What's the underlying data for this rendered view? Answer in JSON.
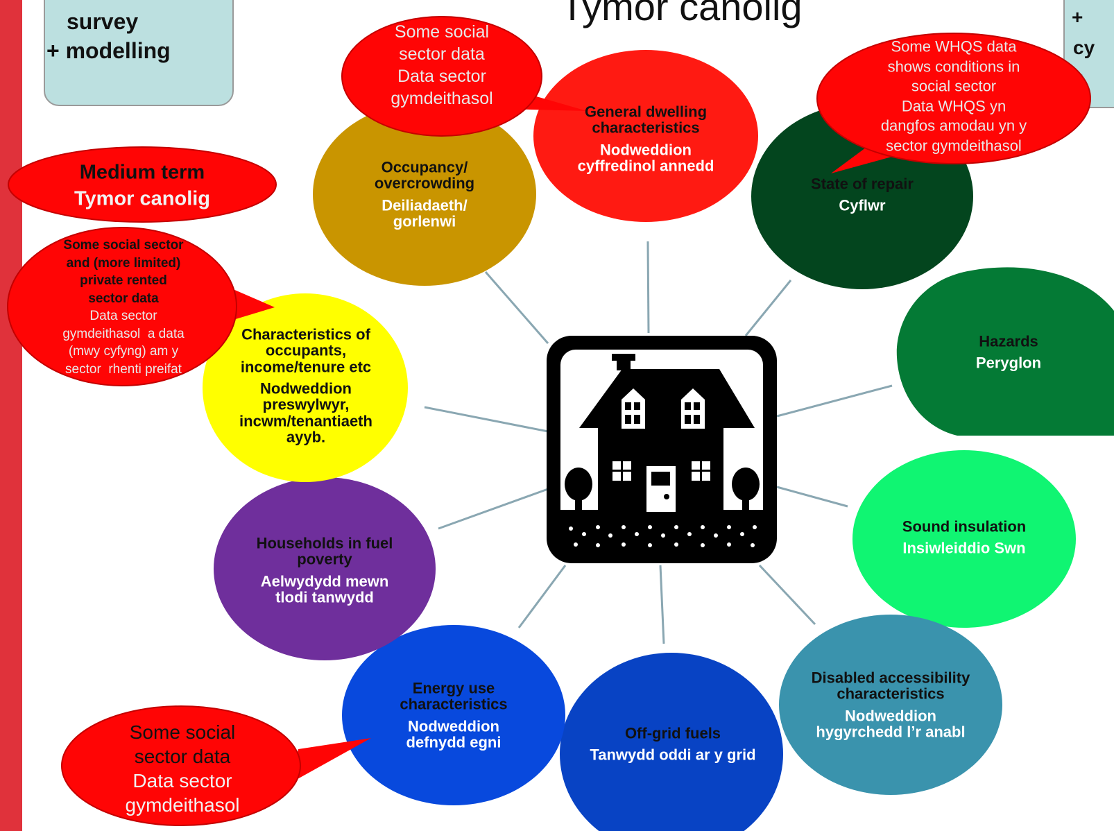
{
  "left_box": {
    "line1": "survey",
    "line2": "+ modelling"
  },
  "title_fragment": "Tymor canolig",
  "right_box": {
    "line1": "+",
    "line2": "cy",
    "line3": "+"
  },
  "term_badge": {
    "en": "Medium term",
    "cy": "Tymor canolig"
  },
  "nodes": [
    {
      "id": "occupancy",
      "en": "Occupancy/ overcrowding",
      "cy": "Deiliadaeth/ gorlenwi",
      "fill": "#c99500"
    },
    {
      "id": "general",
      "en": "General dwelling characteristics",
      "cy": "Nodweddion cyffredinol annedd",
      "fill": "#ff1a12"
    },
    {
      "id": "repair",
      "en": "State of repair",
      "cy": "Cyflwr",
      "fill": "#03451e"
    },
    {
      "id": "hazards",
      "en": "Hazards",
      "cy": "Peryglon",
      "fill": "#047a35"
    },
    {
      "id": "sound",
      "en": "Sound insulation",
      "cy": "Insiwleiddio Swn",
      "fill": "#10f572"
    },
    {
      "id": "disabled",
      "en": "Disabled accessibility characteristics",
      "cy": "Nodweddion hygyrchedd l’r anabl",
      "fill": "#3a93ad"
    },
    {
      "id": "offgrid",
      "en": "Off-grid fuels",
      "cy": "Tanwydd oddi ar y grid",
      "fill": "#0843c4"
    },
    {
      "id": "energy",
      "en": "Energy use characteristics",
      "cy": "Nodweddion defnydd egni",
      "fill": "#0849dd"
    },
    {
      "id": "fuelpoverty",
      "en": "Households in fuel poverty",
      "cy": "Aelwydydd mewn tlodi tanwydd",
      "fill": "#6f2f9c"
    },
    {
      "id": "occupants",
      "en": "Characteristics of occupants, income/tenure etc",
      "cy": "Nodweddion preswylwyr, incwm/tenantiaeth ayyb.",
      "fill": "#ffff00"
    }
  ],
  "callouts": {
    "top_social": {
      "l1": "Some social",
      "l2": "sector data",
      "l3": "Data sector",
      "l4": "gymdeithasol"
    },
    "whqs": {
      "l1": "Some WHQS data",
      "l2": "shows conditions in",
      "l3": "social sector",
      "l4": "Data WHQS yn",
      "l5": "dangfos amodau yn y",
      "l6": "sector gymdeithasol"
    },
    "private": {
      "b1": "Some social sector",
      "b2": "and (more limited)",
      "b3": "private rented",
      "b4": "sector data",
      "l1": "Data sector",
      "l2": "gymdeithasol  a data",
      "l3": "(mwy cyfyng) am y",
      "l4": "sector  rhenti preifat"
    },
    "bottom_social": {
      "l1": "Some social",
      "l2": "sector data",
      "l3": "Data sector",
      "l4": "gymdeithasol"
    }
  },
  "colors": {
    "callout_red": "#ff0505",
    "accent_bar": "#e0323b",
    "box_fill": "#bce0e0"
  }
}
